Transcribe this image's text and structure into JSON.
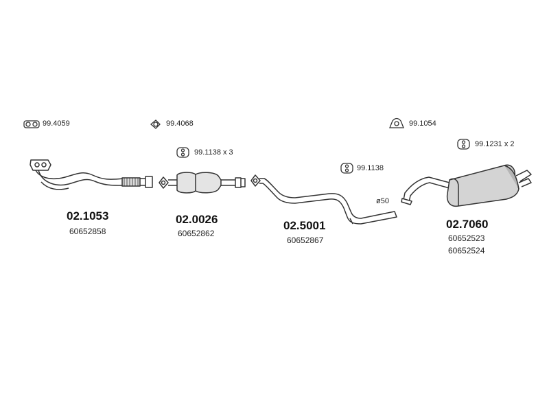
{
  "accessories": [
    {
      "code": "99.4059",
      "icon": "flange-gasket-icon"
    },
    {
      "code": "99.4068",
      "icon": "ring-gasket-icon"
    },
    {
      "code": "99.1138 x 3",
      "icon": "rubber-mount-icon"
    },
    {
      "code": "99.1138",
      "icon": "rubber-mount-icon"
    },
    {
      "code": "99.1054",
      "icon": "pipe-clamp-icon"
    },
    {
      "code": "99.1231 x 2",
      "icon": "rubber-mount-icon"
    }
  ],
  "parts": [
    {
      "number": "02.1053",
      "oem": [
        "60652858"
      ]
    },
    {
      "number": "02.0026",
      "oem": [
        "60652862"
      ]
    },
    {
      "number": "02.5001",
      "oem": [
        "60652867"
      ]
    },
    {
      "number": "02.7060",
      "oem": [
        "60652523",
        "60652524"
      ]
    }
  ],
  "diameter_label": "ø50",
  "colors": {
    "line": "#333333",
    "fill_light": "#e4e4e4",
    "fill_dark": "#b5b5b5"
  }
}
